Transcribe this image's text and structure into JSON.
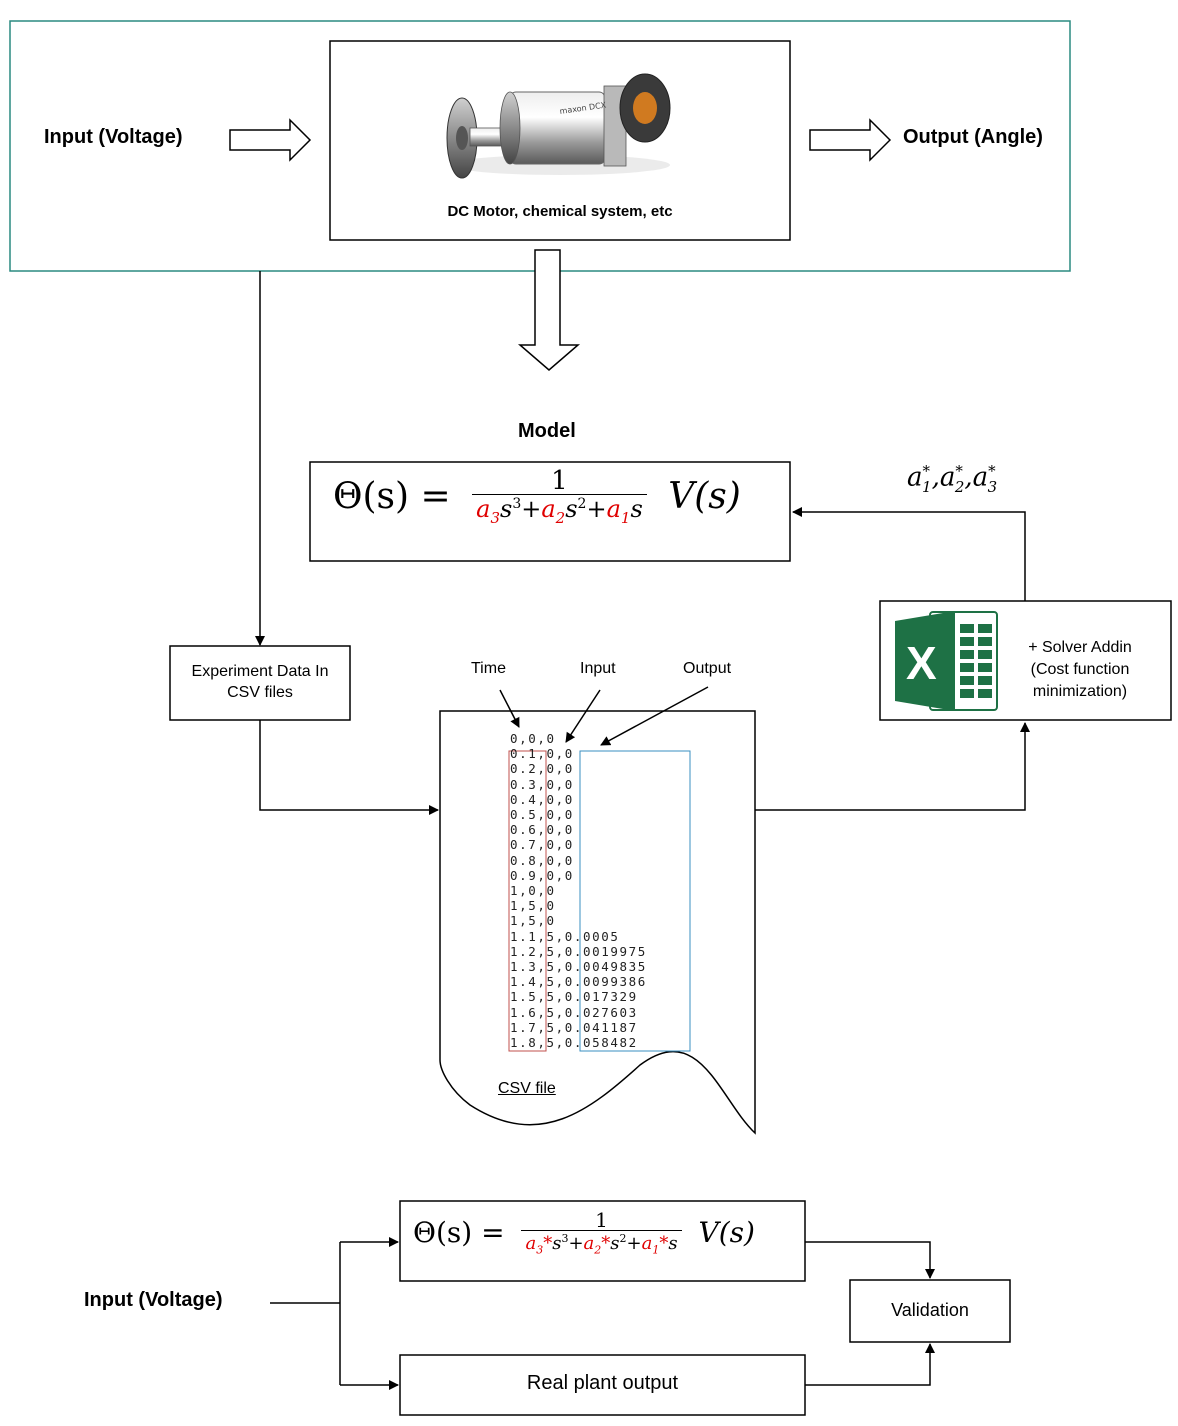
{
  "top": {
    "input_label": "Input (Voltage)",
    "output_label": "Output (Angle)",
    "plant_caption": "DC Motor, chemical system, etc",
    "plant_image": "dc-motor-photo"
  },
  "model": {
    "title": "Model",
    "lhs": "Θ(s) =",
    "numerator": "1",
    "den_a3": "a",
    "den_a3_sub": "3",
    "den_s3": "s",
    "den_s3_sup": "3",
    "plus": "+",
    "den_a2": "a",
    "den_a2_sub": "2",
    "den_s2": "s",
    "den_s2_sup": "2",
    "den_a1": "a",
    "den_a1_sub": "1",
    "den_s1": "s",
    "rhs": "V(s)"
  },
  "params_label": {
    "a": "a",
    "star": "*",
    "sub1": "1",
    "sub2": "2",
    "sub3": "3",
    "comma": ","
  },
  "experiment_box": {
    "line1": "Experiment Data In",
    "line2": "CSV files"
  },
  "solver_box": {
    "line1": "+ Solver Addin",
    "line2": "(Cost function",
    "line3": "minimization)",
    "icon": "excel-icon",
    "icon_letter": "X"
  },
  "csv": {
    "col_labels": {
      "time": "Time",
      "input": "Input",
      "output": "Output"
    },
    "caption": "CSV file",
    "rows": [
      "0,0,0",
      "0.1,0,0",
      "0.2,0,0",
      "0.3,0,0",
      "0.4,0,0",
      "0.5,0,0",
      "0.6,0,0",
      "0.7,0,0",
      "0.8,0,0",
      "0.9,0,0",
      "1,0,0",
      "1,5,0",
      "1,5,0",
      "1.1,5,0.0005",
      "1.2,5,0.0019975",
      "1.3,5,0.0049835",
      "1.4,5,0.0099386",
      "1.5,5,0.017329",
      "1.6,5,0.027603",
      "1.7,5,0.041187",
      "1.8,5,0.058482"
    ]
  },
  "validation": {
    "input_label": "Input (Voltage)",
    "model_lhs": "Θ(s) =",
    "numerator": "1",
    "star": "*",
    "rhs": "V(s)",
    "validation_label": "Validation",
    "real_plant_label": "Real plant output"
  },
  "colors": {
    "teal_border": "#2a8a80",
    "red_param": "#e00000",
    "time_col_box": "#c0504d",
    "output_col_box": "#3a8fc0",
    "excel_green": "#1e7145"
  }
}
